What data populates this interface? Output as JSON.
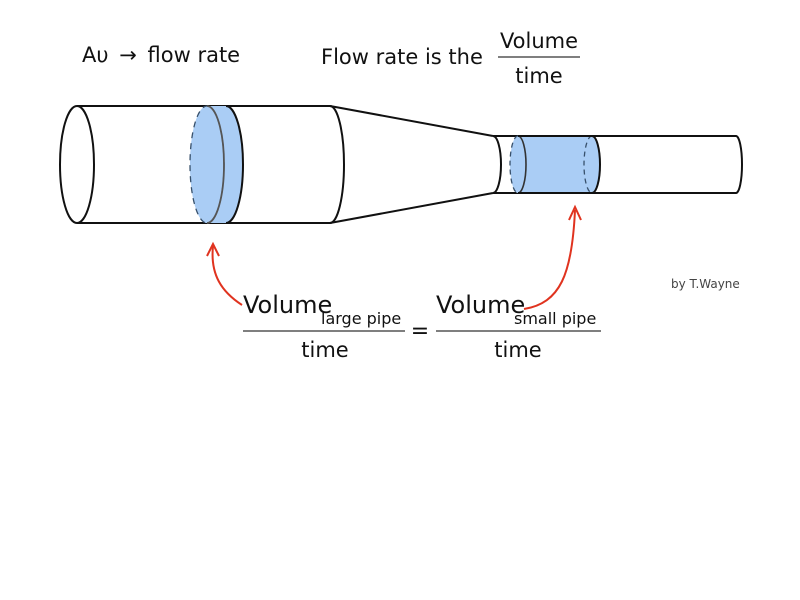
{
  "header": {
    "left_formula": {
      "symbol": "Aυ",
      "arrow": "→",
      "text": "flow rate"
    },
    "right_statement": {
      "prefix": "Flow rate is the",
      "numerator": "Volume",
      "denominator": "time"
    }
  },
  "diagram": {
    "fill_color": "#aacdf5",
    "outline_color": "#111111",
    "arrow_color": "#e0331f"
  },
  "equation": {
    "left": {
      "numerator": "Volume",
      "subscript": "large pipe",
      "denominator": "time"
    },
    "equals": "=",
    "right": {
      "numerator": "Volume",
      "subscript": "small pipe",
      "denominator": "time"
    }
  },
  "credit": "by T.Wayne"
}
